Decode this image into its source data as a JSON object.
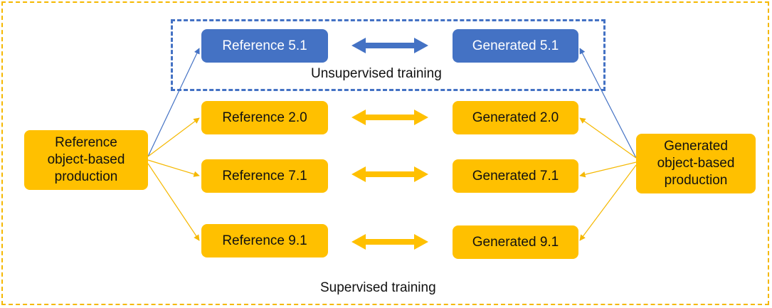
{
  "diagram": {
    "left_source": "Reference\nobject-based\nproduction",
    "right_source": "Generated\nobject-based\nproduction",
    "reference_boxes": [
      "Reference 5.1",
      "Reference 2.0",
      "Reference 7.1",
      "Reference 9.1"
    ],
    "generated_boxes": [
      "Generated 5.1",
      "Generated 2.0",
      "Generated 7.1",
      "Generated 9.1"
    ],
    "unsupervised_label": "Unsupervised training",
    "supervised_label": "Supervised training"
  },
  "colors": {
    "gold": "#FFC000",
    "gold_line": "#F5B800",
    "blue": "#4472C4"
  }
}
